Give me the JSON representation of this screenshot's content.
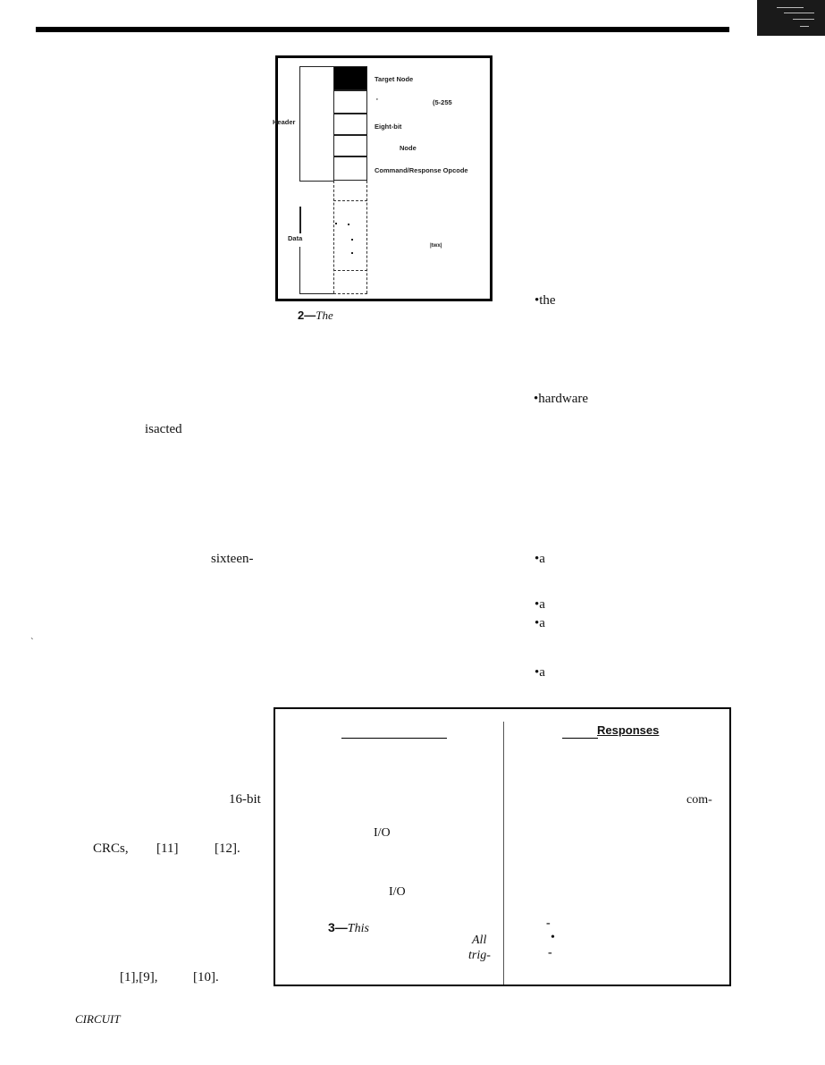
{
  "figure2": {
    "labels": {
      "target_node": "Target Node",
      "tick": "'",
      "range": "(5-255",
      "eight_bit": "Eight-bit",
      "node": "Node",
      "opcode": "Command/Response Opcode",
      "header": "Header",
      "data": "Data",
      "smudge": "|twx|"
    },
    "caption": {
      "num": "2—",
      "text": "The"
    }
  },
  "fragments": {
    "isacted": "isacted",
    "sixteen": "sixteen-",
    "sixteen_bit": "16-bit",
    "crcs": "CRCs,",
    "ref11": "[11]",
    "ref12": "[12].",
    "refs_a": "[1],[9],",
    "ref10": "[10].",
    "backtick": "`",
    "footer": "CIRCUIT"
  },
  "bullets": {
    "the": "•the",
    "hardware": "•hardware",
    "a1": "•a",
    "a2": "•a",
    "a3": "•a",
    "a4": "•a"
  },
  "figure3": {
    "responses_title": "Responses",
    "io1": "I/O",
    "io2": "I/O",
    "caption_num": "3—",
    "caption_word": "This",
    "all": "All",
    "trig": "trig-",
    "com": "com-",
    "dash1": "-",
    "dot2": "•",
    "dash3": "-"
  }
}
